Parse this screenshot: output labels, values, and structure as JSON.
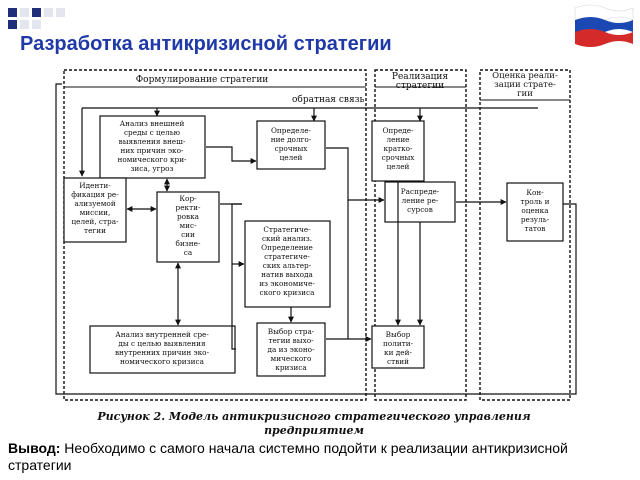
{
  "slide": {
    "title": "Разработка антикризисной стратегии",
    "conclusion_label": "Вывод:",
    "conclusion_text": " Необходимо с самого начала системно подойти к реализации антикризисной стратегии"
  },
  "colors": {
    "title": "#1f3aa8",
    "squares_dark": "#1f2f7a",
    "squares_light": "#e3e6ef",
    "flag_white": "#ffffff",
    "flag_blue": "#1c48b3",
    "flag_red": "#d42a2a"
  },
  "diagram": {
    "stages": {
      "formulation": "Формулирование стратегии",
      "implementation_l1": "Реализация",
      "implementation_l2": "стратегии",
      "evaluation_l1": "Оценка реали-",
      "evaluation_l2": "зации страте-",
      "evaluation_l3": "гии"
    },
    "feedback_label": "обратная связь",
    "boxes": {
      "external": [
        "Анализ внешней",
        "среды с целью",
        "выявления внеш-",
        "них причин эко-",
        "номического кри-",
        "зиса, угроз"
      ],
      "mission": [
        "Иденти-",
        "фикация ре-",
        "ализуемой",
        "миссии,",
        "целей, стра-",
        "тегии"
      ],
      "correction": [
        "Кор-",
        "ректи-",
        "ровка",
        "мис-",
        "сии",
        "бизне-",
        "са"
      ],
      "long_term": [
        "Определе-",
        "ние долго-",
        "срочных",
        "целей"
      ],
      "strategic": [
        "Стратегиче-",
        "ский анализ.",
        "Определение",
        "стратегиче-",
        "ских альтер-",
        "натив выхода",
        "из экономиче-",
        "ского кризиса"
      ],
      "internal": [
        "Анализ внутренней сре-",
        "ды с целью выявления",
        "внутренних причин эко-",
        "номического кризиса"
      ],
      "choice": [
        "Выбор стра-",
        "тегии выхо-",
        "да из эконо-",
        "мического",
        "кризиса"
      ],
      "short_term": [
        "Опреде-",
        "ление",
        "кратко-",
        "срочных",
        "целей"
      ],
      "resources": [
        "Распреде-",
        "ление ре-",
        "сурсов"
      ],
      "policy": [
        "Выбор",
        "полити-",
        "ки дей-",
        "ствий"
      ],
      "control": [
        "Кон-",
        "троль и",
        "оценка",
        "резуль-",
        "татов"
      ]
    },
    "caption_l1": "Рисунок 2. Модель антикризисного стратегического управления",
    "caption_l2": "предприятием"
  }
}
